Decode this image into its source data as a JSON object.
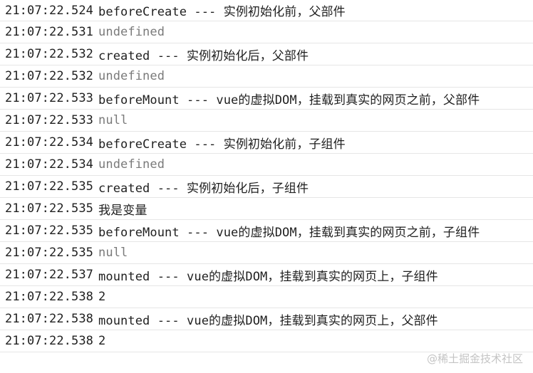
{
  "console": {
    "rows": [
      {
        "time": "21:07:22.524",
        "message": "beforeCreate --- 实例初始化前，父部件",
        "style": "normal"
      },
      {
        "time": "21:07:22.531",
        "message": "undefined",
        "style": "dim"
      },
      {
        "time": "21:07:22.532",
        "message": "created ---  实例初始化后，父部件",
        "style": "normal"
      },
      {
        "time": "21:07:22.532",
        "message": "undefined",
        "style": "dim"
      },
      {
        "time": "21:07:22.533",
        "message": "beforeMount --- vue的虚拟DOM，挂载到真实的网页之前，父部件",
        "style": "normal"
      },
      {
        "time": "21:07:22.533",
        "message": "null",
        "style": "dim"
      },
      {
        "time": "21:07:22.534",
        "message": "beforeCreate --- 实例初始化前，子组件",
        "style": "normal"
      },
      {
        "time": "21:07:22.534",
        "message": "undefined",
        "style": "dim"
      },
      {
        "time": "21:07:22.535",
        "message": "created ---  实例初始化后，子组件",
        "style": "normal"
      },
      {
        "time": "21:07:22.535",
        "message": "我是变量",
        "style": "normal"
      },
      {
        "time": "21:07:22.535",
        "message": "beforeMount --- vue的虚拟DOM，挂载到真实的网页之前，子组件",
        "style": "normal"
      },
      {
        "time": "21:07:22.535",
        "message": "null",
        "style": "dim"
      },
      {
        "time": "21:07:22.537",
        "message": "mounted --- vue的虚拟DOM，挂载到真实的网页上，子组件",
        "style": "normal"
      },
      {
        "time": "21:07:22.538",
        "message": "2",
        "style": "normal"
      },
      {
        "time": "21:07:22.538",
        "message": "mounted --- vue的虚拟DOM，挂载到真实的网页上，父部件",
        "style": "normal"
      },
      {
        "time": "21:07:22.538",
        "message": "2",
        "style": "normal"
      }
    ]
  },
  "watermark": {
    "text": "@稀土掘金技术社区"
  },
  "colors": {
    "text": "#1f1f1f",
    "dim_text": "#7a7a7a",
    "row_border": "#e6e6e6",
    "watermark": "#c4c4c4"
  }
}
